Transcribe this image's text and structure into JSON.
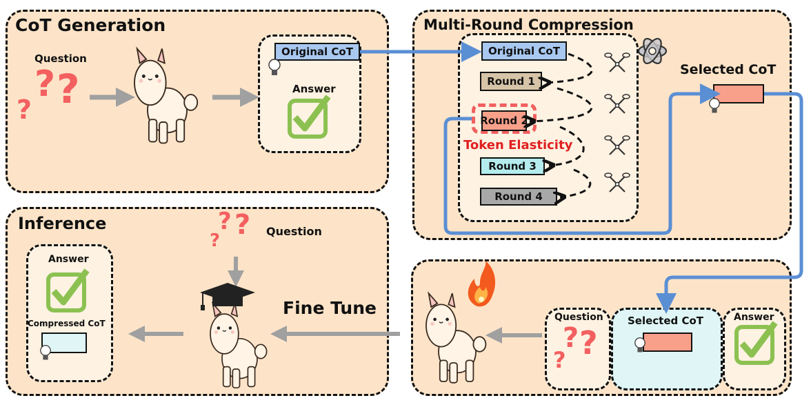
{
  "panels": {
    "cot_generation": {
      "title": "CoT Generation",
      "question_label": "Question",
      "output_cot_label": "Original CoT",
      "answer_label": "Answer"
    },
    "multi_round": {
      "title": "Multi-Round Compression",
      "rounds": [
        {
          "label": "Original CoT",
          "color": "#a8c8f0"
        },
        {
          "label": "Round 1",
          "color": "#d6c4a8"
        },
        {
          "label": "Round 2",
          "color": "#f8a08a"
        },
        {
          "label": "Round 3",
          "color": "#b4ecee"
        },
        {
          "label": "Round 4",
          "color": "#a8a8a8"
        }
      ],
      "highlight_label": "Token Elasticity",
      "selected_label": "Selected CoT"
    },
    "training": {
      "question_label": "Question",
      "selected_label": "Selected CoT",
      "answer_label": "Answer"
    },
    "inference": {
      "title": "Inference",
      "answer_label": "Answer",
      "compressed_label": "Compressed CoT",
      "question_label": "Question",
      "fine_tune_label": "Fine Tune"
    }
  },
  "colors": {
    "panel_bg": "#fde4c8",
    "inner_bg": "#fef2e2",
    "flow_blue": "#5b8fd4",
    "gray_arrow": "#a0a0a0",
    "question_red": "#f36060",
    "check_green": "#8cc152",
    "highlight_red": "#e02020"
  },
  "icons": [
    "alpaca-icon",
    "lightbulb-icon",
    "checkbox-icon",
    "question-marks-icon",
    "scissors-icon",
    "openai-logo-icon",
    "fire-icon",
    "graduation-cap-icon"
  ]
}
